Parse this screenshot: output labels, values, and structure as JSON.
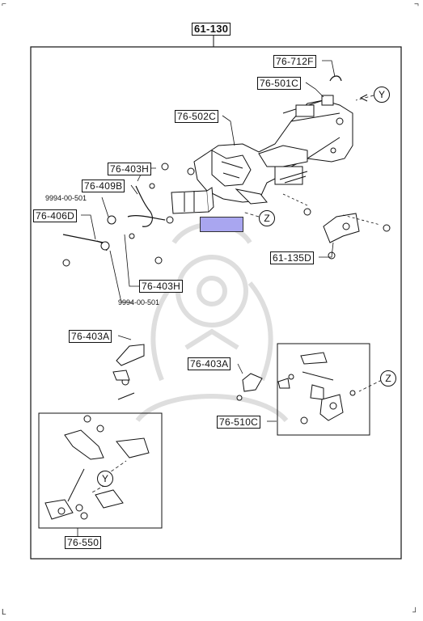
{
  "diagram": {
    "main_label": "61-130",
    "labels": {
      "l_76_712F": "76-712F",
      "l_76_501C": "76-501C",
      "l_76_502C": "76-502C",
      "l_76_403H_a": "76-403H",
      "l_76_409B": "76-409B",
      "l_76_406D": "76-406D",
      "l_76_403H_b": "76-403H",
      "l_61_135D": "61-135D",
      "l_76_403A_a": "76-403A",
      "l_76_403A_b": "76-403A",
      "l_76_510C": "76-510C",
      "l_76_550": "76-550"
    },
    "part_numbers": {
      "p_9994_a": "9994-00-501",
      "p_9994_b": "9994-00-501"
    },
    "circle_refs": {
      "y_top": "Y",
      "z_mid": "Z",
      "z_right": "Z",
      "y_bottom": "Y"
    },
    "colors": {
      "highlight": "#a9a6f0",
      "line": "#111111",
      "watermark": "#d9d9d9"
    }
  }
}
